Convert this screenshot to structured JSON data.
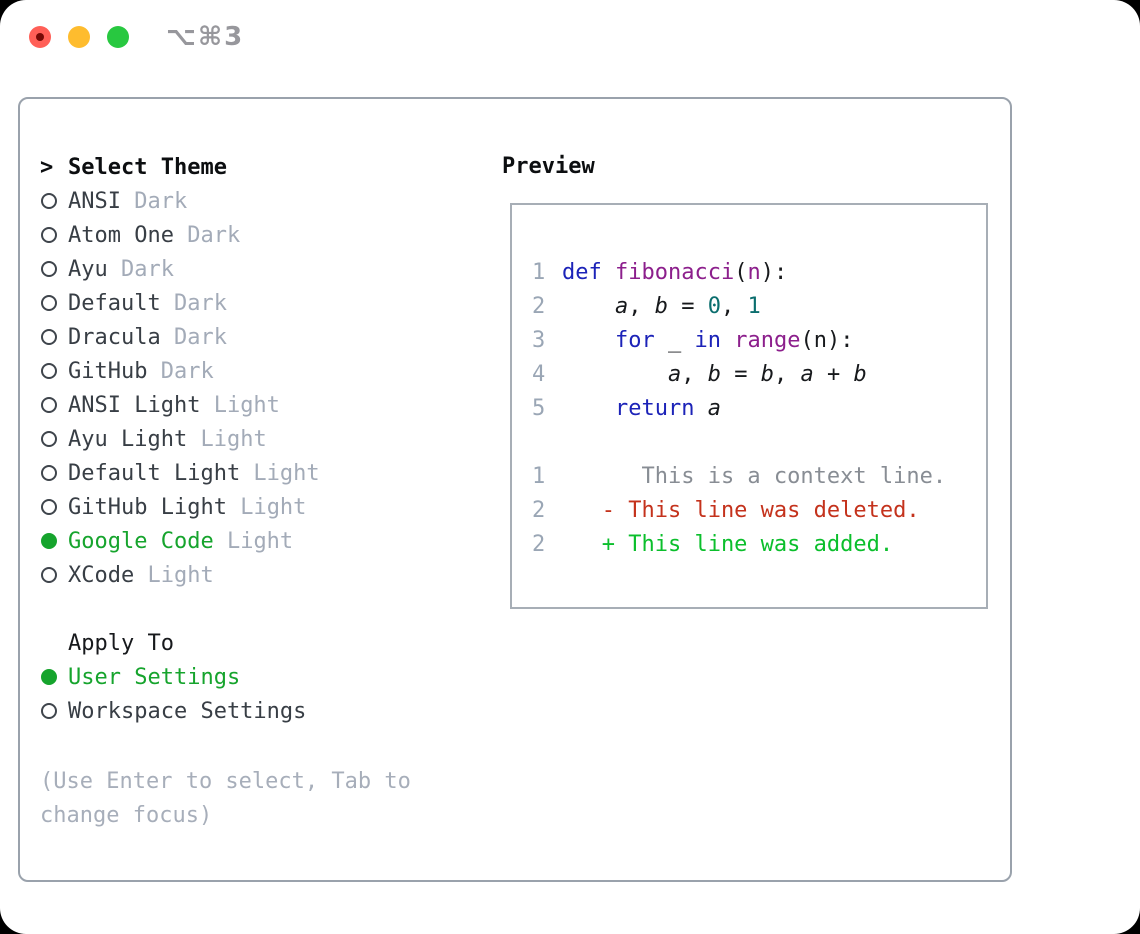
{
  "window": {
    "shortcut": "⌥⌘3"
  },
  "theme_picker": {
    "title_marker": ">",
    "title": "Select Theme",
    "themes": [
      {
        "name": "ANSI",
        "variant": "Dark",
        "selected": false
      },
      {
        "name": "Atom One",
        "variant": "Dark",
        "selected": false
      },
      {
        "name": "Ayu",
        "variant": "Dark",
        "selected": false
      },
      {
        "name": "Default",
        "variant": "Dark",
        "selected": false
      },
      {
        "name": "Dracula",
        "variant": "Dark",
        "selected": false
      },
      {
        "name": "GitHub",
        "variant": "Dark",
        "selected": false
      },
      {
        "name": "ANSI Light",
        "variant": "Light",
        "selected": false
      },
      {
        "name": "Ayu Light",
        "variant": "Light",
        "selected": false
      },
      {
        "name": "Default Light",
        "variant": "Light",
        "selected": false
      },
      {
        "name": "GitHub Light",
        "variant": "Light",
        "selected": false
      },
      {
        "name": "Google Code",
        "variant": "Light",
        "selected": true
      },
      {
        "name": "XCode",
        "variant": "Light",
        "selected": false
      }
    ],
    "apply_to": {
      "title": "Apply To",
      "options": [
        {
          "label": "User Settings",
          "selected": true
        },
        {
          "label": "Workspace Settings",
          "selected": false
        }
      ]
    },
    "help_text": "(Use Enter to select, Tab to change focus)"
  },
  "preview": {
    "title": "Preview",
    "lines": [
      {
        "number": "1",
        "segments": [
          {
            "t": "def",
            "c": "keyword"
          },
          {
            "t": " ",
            "c": "plain"
          },
          {
            "t": "fibonacci",
            "c": "function"
          },
          {
            "t": "(",
            "c": "plain"
          },
          {
            "t": "n",
            "c": "function"
          },
          {
            "t": "):",
            "c": "plain"
          }
        ]
      },
      {
        "number": "2",
        "segments": [
          {
            "t": "    ",
            "c": "plain"
          },
          {
            "t": "a",
            "c": "variable",
            "i": true
          },
          {
            "t": ", ",
            "c": "plain"
          },
          {
            "t": "b",
            "c": "variable",
            "i": true
          },
          {
            "t": " = ",
            "c": "plain"
          },
          {
            "t": "0",
            "c": "literal"
          },
          {
            "t": ", ",
            "c": "plain"
          },
          {
            "t": "1",
            "c": "literal"
          }
        ]
      },
      {
        "number": "3",
        "segments": [
          {
            "t": "    ",
            "c": "plain"
          },
          {
            "t": "for",
            "c": "keyword"
          },
          {
            "t": " _ ",
            "c": "plain"
          },
          {
            "t": "in",
            "c": "keyword"
          },
          {
            "t": " ",
            "c": "plain"
          },
          {
            "t": "range",
            "c": "function"
          },
          {
            "t": "(n):",
            "c": "plain"
          }
        ]
      },
      {
        "number": "4",
        "segments": [
          {
            "t": "        ",
            "c": "plain"
          },
          {
            "t": "a",
            "c": "variable",
            "i": true
          },
          {
            "t": ", ",
            "c": "plain"
          },
          {
            "t": "b",
            "c": "variable",
            "i": true
          },
          {
            "t": " = ",
            "c": "plain"
          },
          {
            "t": "b",
            "c": "variable",
            "i": true
          },
          {
            "t": ", ",
            "c": "plain"
          },
          {
            "t": "a",
            "c": "variable",
            "i": true
          },
          {
            "t": " + ",
            "c": "plain"
          },
          {
            "t": "b",
            "c": "variable",
            "i": true
          }
        ]
      },
      {
        "number": "5",
        "segments": [
          {
            "t": "    ",
            "c": "plain"
          },
          {
            "t": "return",
            "c": "keyword"
          },
          {
            "t": " ",
            "c": "plain"
          },
          {
            "t": "a",
            "c": "variable",
            "i": true
          }
        ]
      },
      {
        "number": "",
        "segments": []
      },
      {
        "number": "1",
        "segments": [
          {
            "t": "      This is a context line.",
            "c": "context"
          }
        ]
      },
      {
        "number": "2",
        "segments": [
          {
            "t": "   - This line was deleted.",
            "c": "deleted"
          }
        ]
      },
      {
        "number": "2",
        "segments": [
          {
            "t": "   + This line was added.",
            "c": "added"
          }
        ]
      }
    ]
  },
  "colors": {
    "keyword": "#1c23b8",
    "function": "#8c1f8c",
    "literal": "#0b6e6e",
    "plain": "#17191c",
    "variable": "#17191c",
    "context": "#888d94",
    "deleted": "#c4321c",
    "added": "#0bbf2c",
    "line_number": "#9aa6b5",
    "selected_green": "#16a42d",
    "theme_name": "#383e45",
    "variant_gray": "#a3abb8",
    "help_gray": "#a7aeba"
  }
}
